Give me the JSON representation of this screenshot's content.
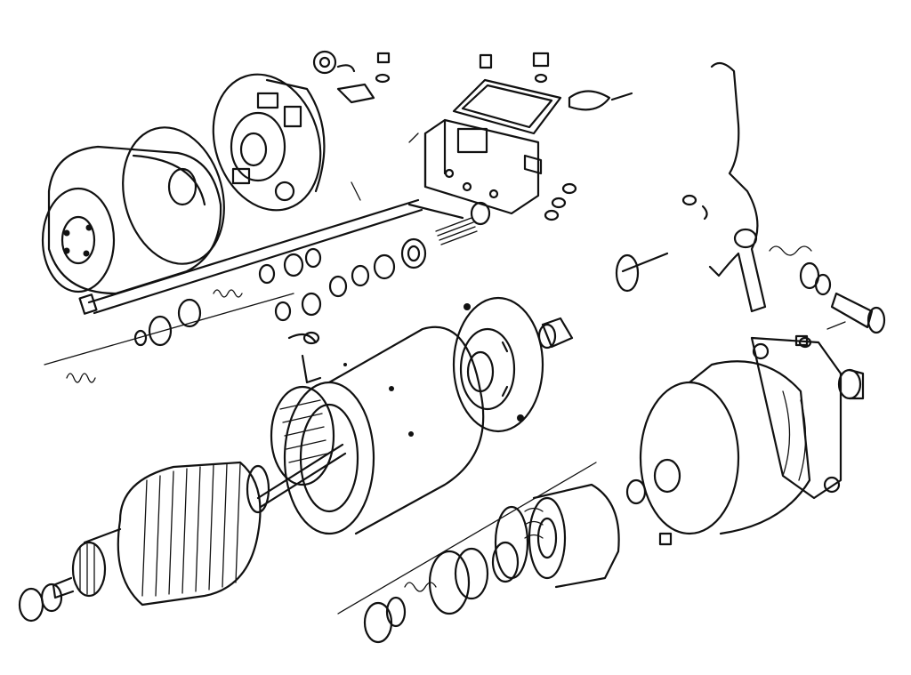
{
  "diagram": {
    "style": "exploded-view line drawing",
    "ink_color": "#111111",
    "background": "#ffffff",
    "parts": [
      "rear-end-cover",
      "gasket-ring",
      "commutator-end-frame",
      "brush-holder-springs",
      "solenoid-housing",
      "solenoid-cover-plate",
      "through-bolt",
      "field-frame-yoke",
      "field-coils",
      "armature",
      "drive-end-plate",
      "bushing",
      "drive-housing",
      "shift-lever",
      "overrunning-clutch-pinion",
      "return-springs",
      "thrust-washers",
      "terminal-stud",
      "plunger"
    ]
  }
}
